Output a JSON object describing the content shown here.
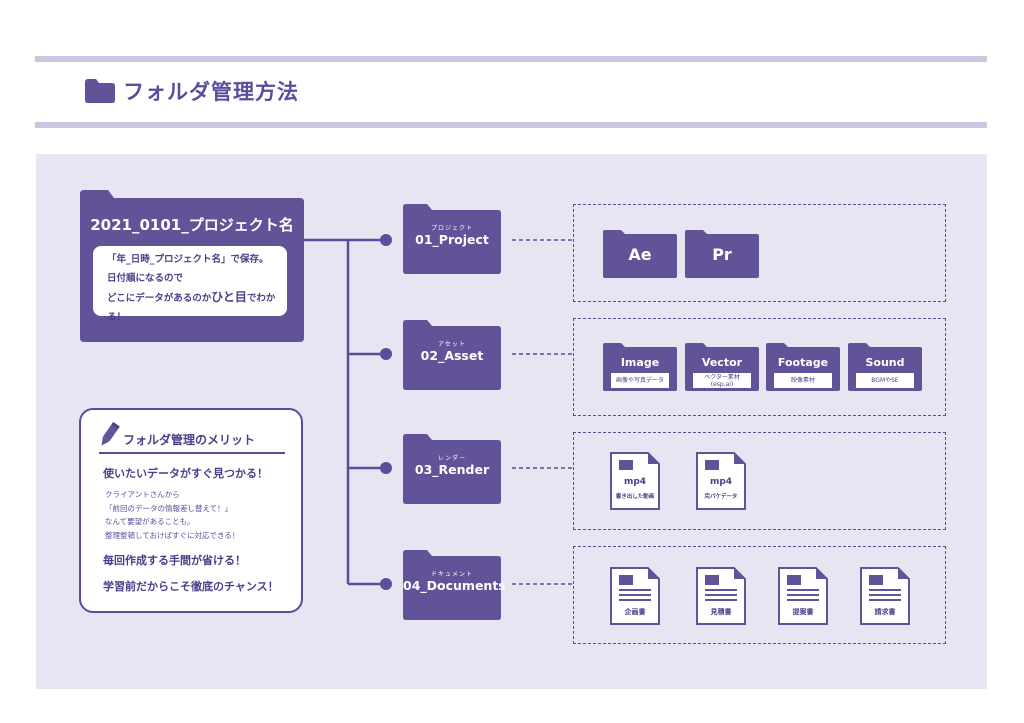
{
  "header": {
    "title": "フォルダ管理方法"
  },
  "root": {
    "name": "2021_0101_プロジェクト名",
    "note_line1": "「年_日時_プロジェクト名」で保存。",
    "note_line2": "日付順になるので",
    "note_line3a": "どこにデータがあるのか",
    "note_line3b": "ひと目",
    "note_line3c": "でわかる！"
  },
  "folders": [
    {
      "ruby": "プロジェクト",
      "label": "01_Project"
    },
    {
      "ruby": "アセット",
      "label": "02_Asset"
    },
    {
      "ruby": "レンダー",
      "label": "03_Render"
    },
    {
      "ruby": "ドキュメント",
      "label": "04_Documents"
    }
  ],
  "project_apps": [
    "Ae",
    "Pr"
  ],
  "asset_folders": [
    {
      "name": "Image",
      "sub": "画像や写真データ"
    },
    {
      "name": "Vector",
      "sub": "ベクター素材 (esp,ai)"
    },
    {
      "name": "Footage",
      "sub": "映像素材"
    },
    {
      "name": "Sound",
      "sub": "BGMやSE"
    }
  ],
  "render_files": [
    {
      "ext": "mp4",
      "caption": "書き出した動画"
    },
    {
      "ext": "mp4",
      "caption": "完パケデータ"
    }
  ],
  "documents": [
    "企画書",
    "見積書",
    "提案書",
    "請求書"
  ],
  "merit": {
    "title": "フォルダ管理のメリット",
    "point1": "使いたいデータがすぐ見つかる！",
    "detail": [
      "クライアントさんから",
      "「前回のデータの情報差し替えて！」",
      "なんて要望があることも。",
      "整理整頓しておけばすぐに対応できる！"
    ],
    "point2": "毎回作成する手間が省ける！",
    "point3": "学習前だからこそ徹底のチャンス！"
  },
  "colors": {
    "accent": "#625399",
    "panel": "#e6e5f1",
    "rule": "#cac6e0"
  }
}
